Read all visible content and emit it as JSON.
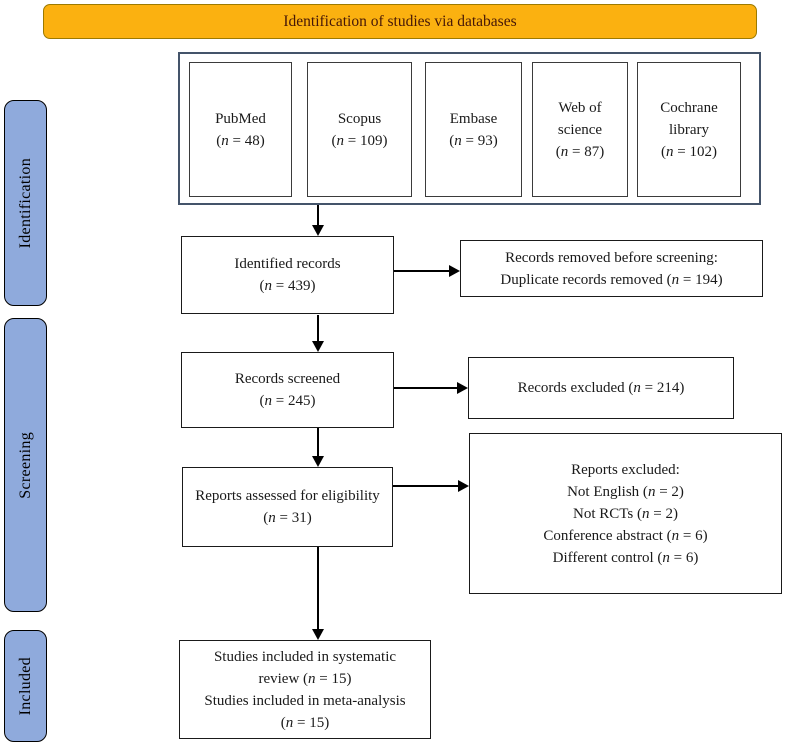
{
  "banner": {
    "label": "Identification of studies via databases"
  },
  "stages": [
    {
      "label": "Identification"
    },
    {
      "label": "Screening"
    },
    {
      "label": "Included"
    }
  ],
  "databases": [
    {
      "name": "PubMed",
      "count": [
        {
          "t": "("
        },
        {
          "t": "n",
          "i": true
        },
        {
          "t": " = 48)"
        }
      ]
    },
    {
      "name": "Scopus",
      "count": [
        {
          "t": "("
        },
        {
          "t": "n",
          "i": true
        },
        {
          "t": " = 109)"
        }
      ]
    },
    {
      "name": "Embase",
      "count": [
        {
          "t": "("
        },
        {
          "t": "n",
          "i": true
        },
        {
          "t": " = 93)"
        }
      ]
    },
    {
      "name": "Web of science",
      "count": [
        {
          "t": "("
        },
        {
          "t": "n",
          "i": true
        },
        {
          "t": " = 87)"
        }
      ]
    },
    {
      "name": "Cochrane library",
      "count": [
        {
          "t": "("
        },
        {
          "t": "n",
          "i": true
        },
        {
          "t": " = 102)"
        }
      ]
    }
  ],
  "nodes": {
    "identified": {
      "lines": [
        [
          {
            "t": "Identified records"
          }
        ],
        [
          {
            "t": "("
          },
          {
            "t": "n",
            "i": true
          },
          {
            "t": " = 439)"
          }
        ]
      ]
    },
    "screened": {
      "lines": [
        [
          {
            "t": "Records screened"
          }
        ],
        [
          {
            "t": "("
          },
          {
            "t": "n",
            "i": true
          },
          {
            "t": " = 245)"
          }
        ]
      ]
    },
    "assessed": {
      "lines": [
        [
          {
            "t": "Reports assessed for eligibility"
          }
        ],
        [
          {
            "t": "("
          },
          {
            "t": "n",
            "i": true
          },
          {
            "t": " = 31)"
          }
        ]
      ]
    },
    "included": {
      "lines": [
        [
          {
            "t": "Studies included in systematic"
          }
        ],
        [
          {
            "t": "review ("
          },
          {
            "t": "n",
            "i": true
          },
          {
            "t": " = 15)"
          }
        ],
        [
          {
            "t": "Studies included in meta-analysis"
          }
        ],
        [
          {
            "t": "("
          },
          {
            "t": "n",
            "i": true
          },
          {
            "t": " = 15)"
          }
        ]
      ]
    },
    "removed": {
      "lines": [
        [
          {
            "t": "Records removed before screening:"
          }
        ],
        [
          {
            "t": "Duplicate records removed ("
          },
          {
            "t": "n",
            "i": true
          },
          {
            "t": " = 194)"
          }
        ]
      ]
    },
    "excluded": {
      "lines": [
        [
          {
            "t": "Records excluded ("
          },
          {
            "t": "n",
            "i": true
          },
          {
            "t": " = 214)"
          }
        ]
      ]
    },
    "reports_excluded": {
      "lines": [
        [
          {
            "t": "Reports excluded:"
          }
        ],
        [
          {
            "t": "Not English ("
          },
          {
            "t": "n",
            "i": true
          },
          {
            "t": " = 2)"
          }
        ],
        [
          {
            "t": "Not RCTs ("
          },
          {
            "t": "n",
            "i": true
          },
          {
            "t": " = 2)"
          }
        ],
        [
          {
            "t": "Conference abstract ("
          },
          {
            "t": "n",
            "i": true
          },
          {
            "t": " = 6)"
          }
        ],
        [
          {
            "t": "Different control ("
          },
          {
            "t": "n",
            "i": true
          },
          {
            "t": " = 6)"
          }
        ]
      ]
    }
  },
  "colors": {
    "banner_bg": "#FBB110",
    "banner_text": "#451708",
    "stage_bg": "#8FAADC",
    "container_border": "#44546A",
    "box_border": "#1a1a1a",
    "arrow": "#000000"
  }
}
